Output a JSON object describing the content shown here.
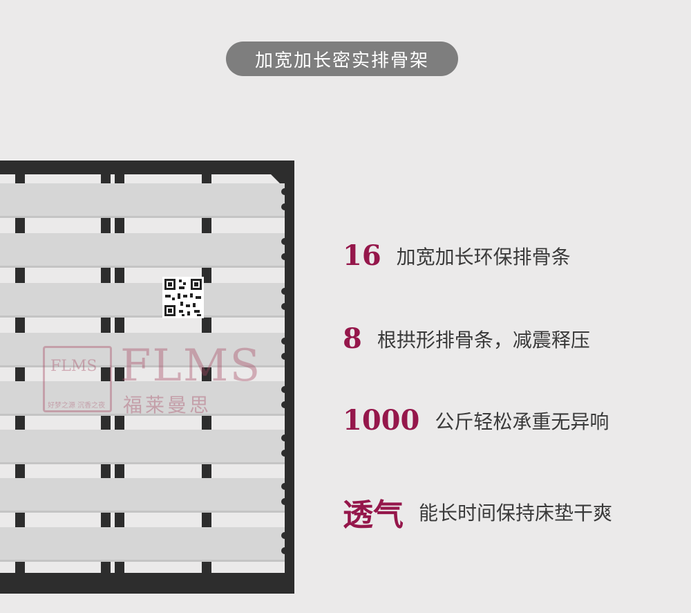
{
  "title": "加宽加长密实排骨架",
  "features": [
    {
      "number": "16",
      "text": "加宽加长环保排骨条"
    },
    {
      "number": "8",
      "text": "根拱形排骨条，减震释压"
    },
    {
      "number": "1000",
      "text": "公斤轻松承重无异响"
    },
    {
      "number": "透气",
      "text": "能长时间保持床垫干爽"
    }
  ],
  "watermark": {
    "box_text": "FLMS",
    "slogan": "好梦之源 沉香之夜",
    "brand": "FLMS",
    "brand_cn": "福莱曼思"
  },
  "colors": {
    "background": "#ebeaea",
    "pill": "#7e7e7e",
    "accent": "#95174b",
    "frame": "#2d2d2d",
    "slat": "#d6d6d6"
  }
}
